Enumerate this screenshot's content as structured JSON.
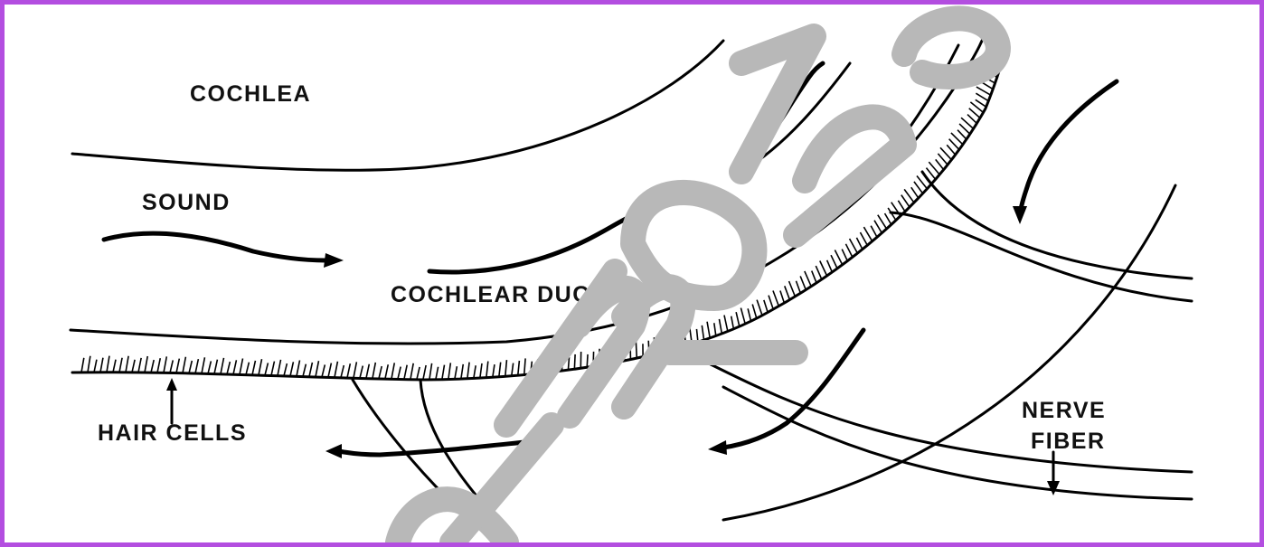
{
  "colors": {
    "frame": "#b34ee0",
    "ink": "#000000",
    "watermark": "#b8b8b8"
  },
  "labels": {
    "cochlea": "COCHLEA",
    "sound": "SOUND",
    "cochlear_duct": "COCHLEAR DUCT",
    "hair_cells": "HAIR CELLS",
    "nerve_fiber_1": "NERVE",
    "nerve_fiber_2": "FIBER"
  }
}
